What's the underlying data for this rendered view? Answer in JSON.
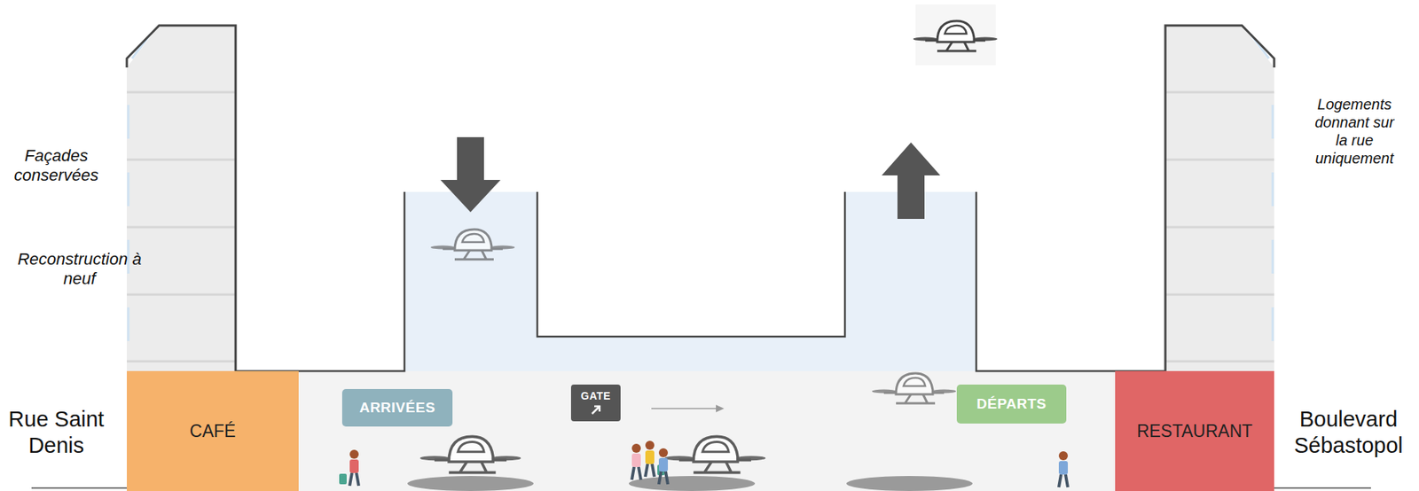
{
  "diagram": {
    "nodes": [
      {
        "text": [
          "CAFÉ"
        ]
      },
      {
        "text": [
          "ARRIVÉES"
        ]
      },
      {
        "text": [
          "GATE"
        ]
      },
      {
        "text": [
          "DÉPARTS"
        ]
      },
      {
        "text": [
          "RESTAURANT"
        ]
      }
    ],
    "labels": [
      "Façades conservées",
      "Reconstruction à neuf",
      "Logements donnant sur la rue uniquement",
      "Rue Saint Denis",
      "Boulevard Sébastopol"
    ]
  }
}
